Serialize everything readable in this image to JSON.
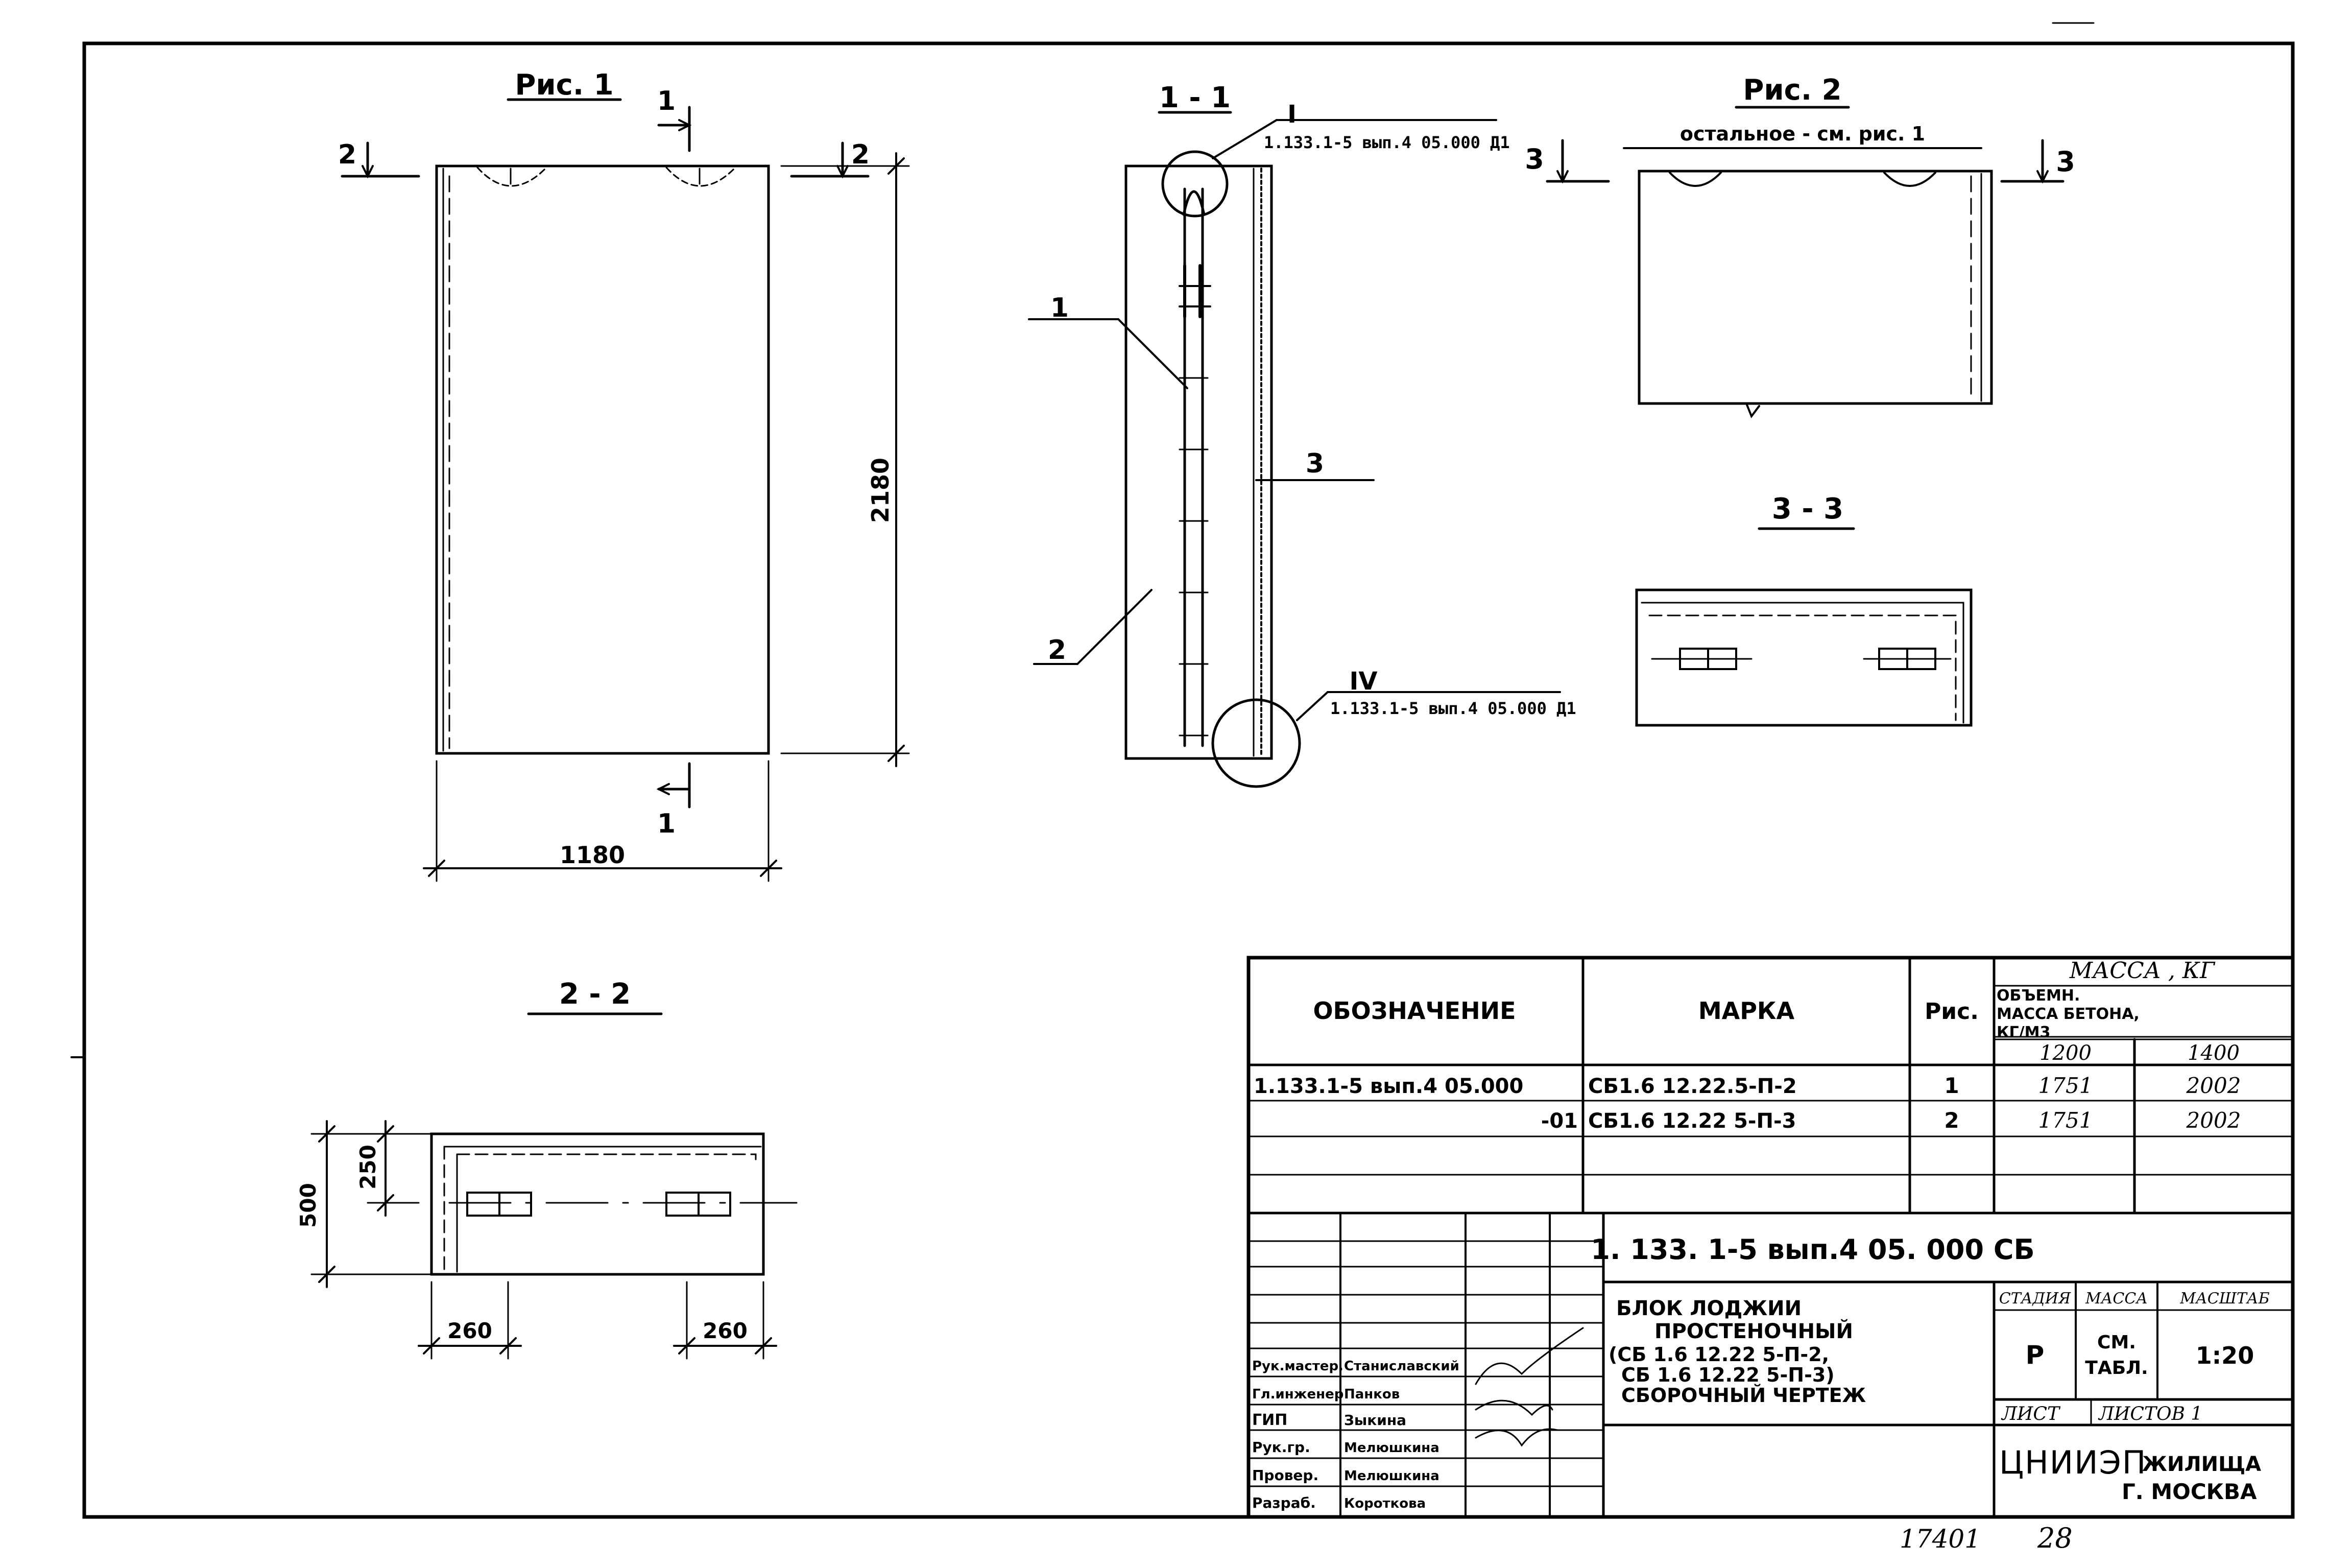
{
  "fig1": {
    "title": "Рис. 1",
    "cut_1": "1",
    "cut_2": "2",
    "dim_height": "2180",
    "dim_width": "1180"
  },
  "section_1_1": {
    "title": "1 - 1",
    "node_I": "I",
    "node_I_ref": "1.133.1-5 вып.4 05.000 Д1",
    "node_IV": "IV",
    "node_IV_ref": "1.133.1-5 вып.4 05.000 Д1",
    "pos_1": "1",
    "pos_2": "2",
    "pos_3": "3"
  },
  "fig2": {
    "title": "Рис. 2",
    "subtitle": "остальное - см. рис. 1",
    "cut_3": "3"
  },
  "section_3_3": {
    "title": "3 - 3"
  },
  "section_2_2": {
    "title": "2 - 2",
    "dim_500": "500",
    "dim_250": "250",
    "dim_260_left": "260",
    "dim_260_right": "260"
  },
  "spec_table": {
    "header_designation": "ОБОЗНАЧЕНИЕ",
    "header_mark": "МАРКА",
    "header_fig": "Рис.",
    "header_mass": "МАССА , КГ",
    "header_density": "ОБЪЕМН. МАССА БЕТОНА, КГ/М3",
    "density_1": "1200",
    "density_2": "1400",
    "rows": [
      {
        "designation": "1.133.1-5 вып.4 05.000",
        "mark": "СБ1.6 12.22.5-П-2",
        "fig": "1",
        "mass_1": "1751",
        "mass_2": "2002"
      },
      {
        "designation": "-01",
        "mark": "СБ1.6 12.22 5-П-3",
        "fig": "2",
        "mass_1": "1751",
        "mass_2": "2002"
      }
    ]
  },
  "title_block": {
    "doc_code": "1. 133. 1-5 вып.4 05. 000 СБ",
    "name_line1": "БЛОК ЛОДЖИИ",
    "name_line2": "ПРОСТЕНОЧНЫЙ",
    "name_line3": "(СБ 1.6 12.22 5-П-2,",
    "name_line4": "СБ 1.6 12.22 5-П-3)",
    "name_line5": "СБОРОЧНЫЙ ЧЕРТЕЖ",
    "stage_label": "СТАДИЯ",
    "mass_label": "МАССА",
    "scale_label": "МАСШТАБ",
    "stage": "Р",
    "mass_value_1": "СМ.",
    "mass_value_2": "ТАБЛ.",
    "scale": "1:20",
    "sheet_label": "ЛИСТ",
    "sheets_label": "ЛИСТОВ 1",
    "org_logo": "ЦНИИЭП",
    "org_name": "ЖИЛИЩА",
    "org_city": "Г. МОСКВА",
    "staff": [
      {
        "role": "Рук.мастер.",
        "name": "Станиславский"
      },
      {
        "role": "Гл.инженер",
        "name": "Панков"
      },
      {
        "role": "ГИП",
        "name": "Зыкина"
      },
      {
        "role": "Рук.гр.",
        "name": "Мелюшкина"
      },
      {
        "role": "Провер.",
        "name": "Мелюшкина"
      },
      {
        "role": "Разраб.",
        "name": "Короткова"
      }
    ]
  },
  "footer": {
    "number": "17401",
    "page": "28"
  }
}
